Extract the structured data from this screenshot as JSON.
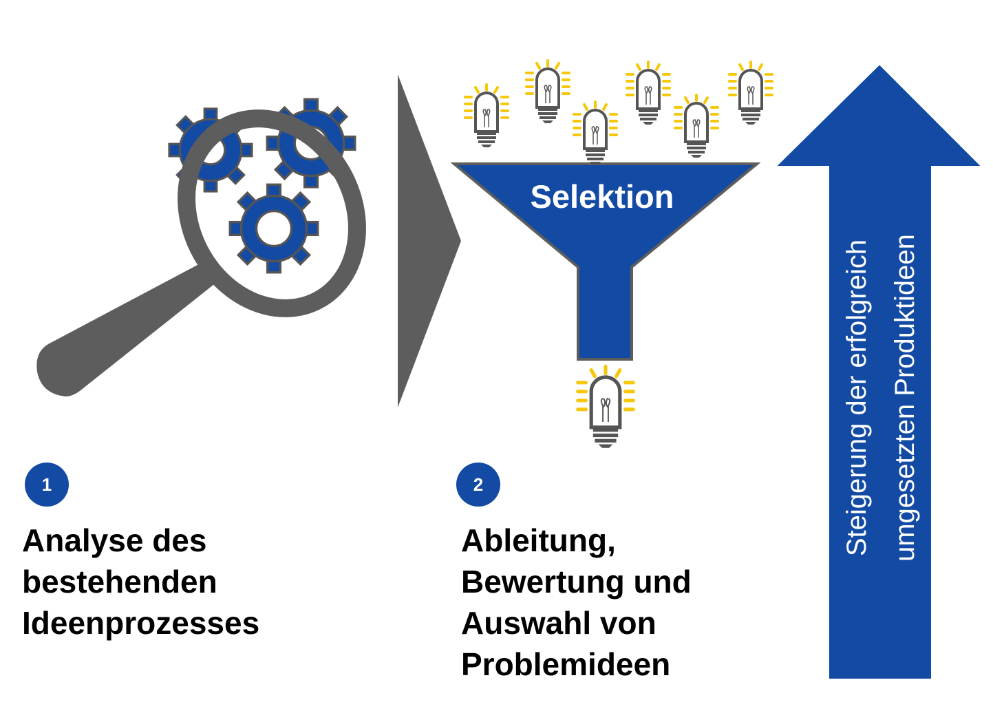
{
  "colors": {
    "blue": "#124aa4",
    "grey": "#5d5d5d",
    "dark_grey": "#555555",
    "yellow": "#f6c80b",
    "white": "#ffffff"
  },
  "icons": {
    "magnifier": "magnifying-glass-icon",
    "gears": "gear-icon",
    "bulb": "light-bulb-icon",
    "chevron": "chevron-right-icon",
    "funnel": "funnel-icon",
    "arrow": "arrow-up-icon"
  },
  "funnel": {
    "label": "Selektion"
  },
  "steps": [
    {
      "number": "1",
      "lines": [
        "Analyse des",
        "bestehenden",
        "Ideenprozesses"
      ]
    },
    {
      "number": "2",
      "lines": [
        "Ableitung,",
        "Bewertung und",
        "Auswahl von",
        "Problemideen"
      ]
    }
  ],
  "arrow": {
    "lines": [
      "Steigerung der erfolgreich",
      "umgesetzten Produktideen"
    ]
  }
}
